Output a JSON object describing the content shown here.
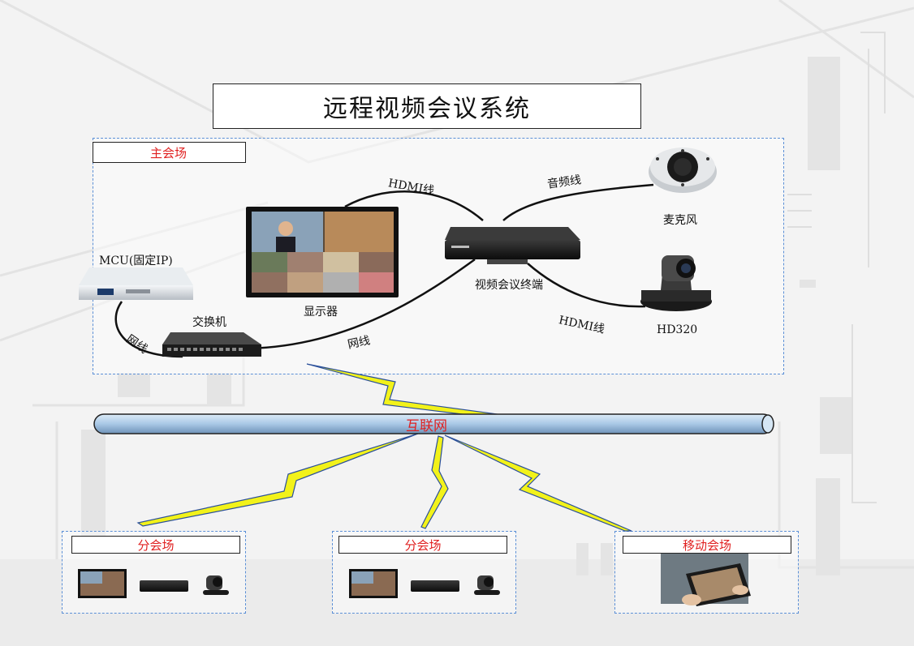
{
  "title": "远程视频会议系统",
  "main_site": {
    "label": "主会场",
    "devices": {
      "mcu": "MCU(固定IP)",
      "switch": "交换机",
      "display": "显示器",
      "terminal": "视频会议终端",
      "microphone": "麦克风",
      "camera": "HD320"
    },
    "cables": {
      "hdmi_display": "HDMI线",
      "audio": "音频线",
      "hdmi_camera": "HDMI线",
      "net_mcu": "网线",
      "net_terminal": "网线"
    }
  },
  "internet": "互联网",
  "branches": [
    {
      "label": "分会场"
    },
    {
      "label": "分会场"
    },
    {
      "label": "移动会场"
    }
  ],
  "colors": {
    "label_text": "#e02020",
    "zone_border": "#5b8fd6",
    "lightning": "#f2f21a",
    "pipe": "#a9c8e6"
  }
}
